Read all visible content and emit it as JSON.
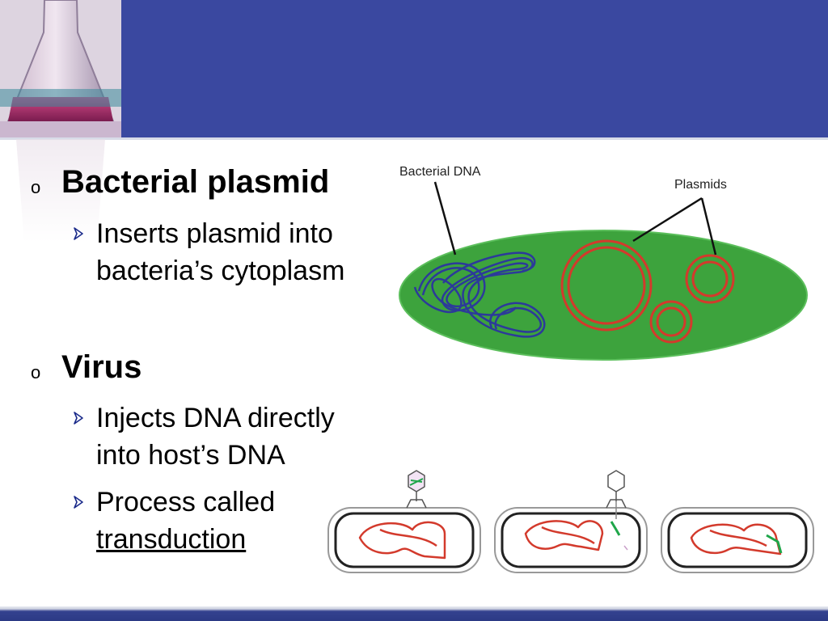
{
  "slide": {
    "colors": {
      "header": "#3a48a0",
      "cell_green": "#3da33d",
      "plasmid_red": "#d33a2c",
      "dna_blue": "#2c3a9a",
      "phage_green": "#1fa64a"
    },
    "bullets": [
      {
        "marker": "o",
        "heading": "Bacterial plasmid",
        "sub": [
          {
            "lines": [
              "Inserts plasmid into",
              "bacteria’s cytoplasm"
            ]
          }
        ]
      },
      {
        "marker": "o",
        "heading": "Virus",
        "sub": [
          {
            "lines": [
              "Injects DNA directly",
              "into host’s DNA"
            ]
          },
          {
            "lines": [
              "Process called",
              "transduction"
            ]
          }
        ]
      }
    ],
    "diagram": {
      "label_bacterial_dna": "Bacterial DNA",
      "label_plasmids": "Plasmids"
    },
    "icons": [
      "flask-image",
      "arrow-bullet-icon",
      "phage-icon"
    ]
  }
}
